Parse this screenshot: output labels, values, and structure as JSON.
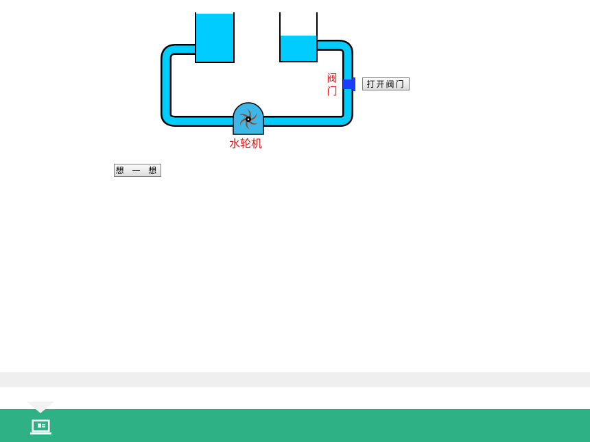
{
  "diagram": {
    "valve_label": "阀门",
    "turbine_label": "水轮机"
  },
  "buttons": {
    "open_valve": "打开阀门",
    "think": "想 一 想"
  },
  "colors": {
    "water": "#00ccff",
    "valve": "#1a3cff",
    "label": "#e01818",
    "turbine_blade": "#8b4a2a",
    "turbine_body": "#3fb6e8",
    "footer_bar": "#2db185",
    "footer_band": "#efefef"
  },
  "icons": {
    "footer": "presentation-slide-icon"
  }
}
